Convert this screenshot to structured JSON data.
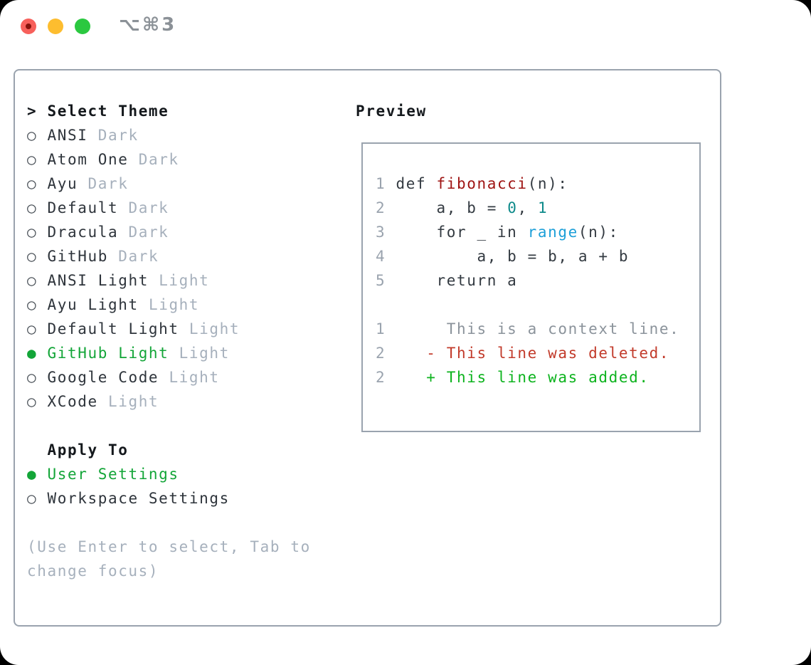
{
  "window": {
    "title": "⌥⌘3",
    "traffic_lights": [
      "close",
      "minimize",
      "zoom"
    ]
  },
  "theme_panel": {
    "heading": {
      "marker": ">",
      "label": "Select Theme"
    },
    "themes": [
      {
        "label": "ANSI",
        "variant": "Dark",
        "selected": false
      },
      {
        "label": "Atom One",
        "variant": "Dark",
        "selected": false
      },
      {
        "label": "Ayu",
        "variant": "Dark",
        "selected": false
      },
      {
        "label": "Default",
        "variant": "Dark",
        "selected": false
      },
      {
        "label": "Dracula",
        "variant": "Dark",
        "selected": false
      },
      {
        "label": "GitHub",
        "variant": "Dark",
        "selected": false
      },
      {
        "label": "ANSI Light",
        "variant": "Light",
        "selected": false
      },
      {
        "label": "Ayu Light",
        "variant": "Light",
        "selected": false
      },
      {
        "label": "Default Light",
        "variant": "Light",
        "selected": false
      },
      {
        "label": "GitHub Light",
        "variant": "Light",
        "selected": true
      },
      {
        "label": "Google Code",
        "variant": "Light",
        "selected": false
      },
      {
        "label": "XCode",
        "variant": "Light",
        "selected": false
      }
    ],
    "radio_glyphs": {
      "off": "○",
      "on": "●"
    },
    "apply_to": {
      "heading": "Apply To",
      "options": [
        {
          "label": "User Settings",
          "selected": true
        },
        {
          "label": "Workspace Settings",
          "selected": false
        }
      ]
    },
    "hint": "(Use Enter to select, Tab to change focus)"
  },
  "preview": {
    "heading": "Preview",
    "lines": [
      {
        "num": "1",
        "tokens": [
          [
            "code",
            "def "
          ],
          [
            "fn",
            "fibonacci"
          ],
          [
            "code",
            "(n):"
          ]
        ]
      },
      {
        "num": "2",
        "tokens": [
          [
            "code",
            "    a, b = "
          ],
          [
            "num",
            "0"
          ],
          [
            "code",
            ", "
          ],
          [
            "num",
            "1"
          ]
        ]
      },
      {
        "num": "3",
        "tokens": [
          [
            "code",
            "    for _ in "
          ],
          [
            "builtin",
            "range"
          ],
          [
            "code",
            "(n):"
          ]
        ]
      },
      {
        "num": "4",
        "tokens": [
          [
            "code",
            "        a, b = b, a + b"
          ]
        ]
      },
      {
        "num": "5",
        "tokens": [
          [
            "code",
            "    return a"
          ]
        ]
      },
      {
        "num": "",
        "tokens": []
      },
      {
        "num": "1",
        "tokens": [
          [
            "ctx",
            "     This is a context line."
          ]
        ]
      },
      {
        "num": "2",
        "tokens": [
          [
            "del",
            "   - This line was deleted."
          ]
        ]
      },
      {
        "num": "2",
        "tokens": [
          [
            "add",
            "   + This line was added."
          ]
        ]
      }
    ]
  },
  "colors": {
    "green_accent": "#13a538",
    "border": "#9aa3ae",
    "text": "#2e343b",
    "heading": "#14181c",
    "muted": "#a6b0bc",
    "radio_outline": "#495057",
    "line_number": "#9aa3ae",
    "code_default": "#333a41",
    "function_name": "#9e1312",
    "number_literal": "#0d8a8a",
    "builtin": "#1d9fd8",
    "context_gray": "#8b939b",
    "deleted_red": "#c23b2b",
    "added_green": "#0db31e",
    "traffic_red": "#f7605b",
    "traffic_red_dot": "#86130c",
    "traffic_yellow": "#fdbd2f",
    "traffic_green": "#2bc840",
    "title_gray": "#8b9197"
  }
}
